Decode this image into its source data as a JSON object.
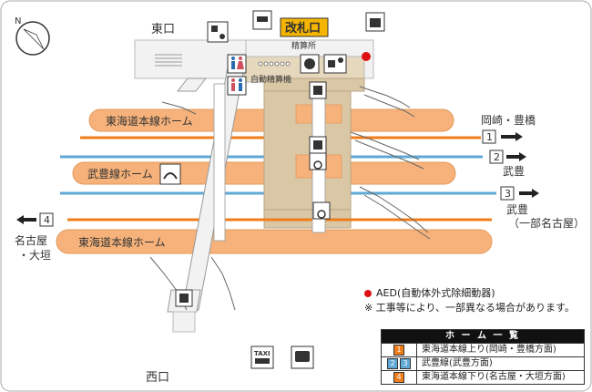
{
  "exits": {
    "east": "東口",
    "west": "西口"
  },
  "gate": {
    "label": "改札口"
  },
  "facilities": {
    "fare_office": "精算所",
    "auto_fare": "自動精算機"
  },
  "platforms": {
    "tokaido_up": "東海道本線ホーム",
    "mutoyo": "武豊線ホーム",
    "tokaido_down": "東海道本線ホーム"
  },
  "tracks": [
    {
      "num": "1",
      "dest": "岡崎・豊橋",
      "color": "#ef7d1a"
    },
    {
      "num": "2",
      "dest": "武豊",
      "color": "#5fa8d3"
    },
    {
      "num": "3",
      "dest": "武豊",
      "sub": "（一部名古屋）",
      "color": "#5fa8d3"
    },
    {
      "num": "4",
      "dest": "名古屋",
      "sub": "・大垣",
      "color": "#ef7d1a"
    }
  ],
  "legend": {
    "aed": "AED(自動体外式除細動器)",
    "note": "※ 工事等により、一部異なる場合があります。"
  },
  "home_table": {
    "title": "ホ ー ム 一 覧",
    "rows": [
      {
        "nums": [
          "1"
        ],
        "text": "東海道本線上り(岡崎・豊橋方面)",
        "color": "#ef7d1a"
      },
      {
        "nums": [
          "2",
          "3"
        ],
        "text": "武豊線(武豊方面)",
        "color": "#5fa8d3"
      },
      {
        "nums": [
          "4"
        ],
        "text": "東海道本線下り(名古屋・大垣方面)",
        "color": "#ef7d1a"
      }
    ]
  },
  "icons": {
    "taxi": "TAXI",
    "compass": "N"
  },
  "colors": {
    "platform": "#f6b27a",
    "concourse": "#d9c7a6",
    "gate_bg": "#f5b400",
    "orange_line": "#ef7d1a",
    "blue_line": "#5fa8d3",
    "aed": "#dd1111"
  }
}
